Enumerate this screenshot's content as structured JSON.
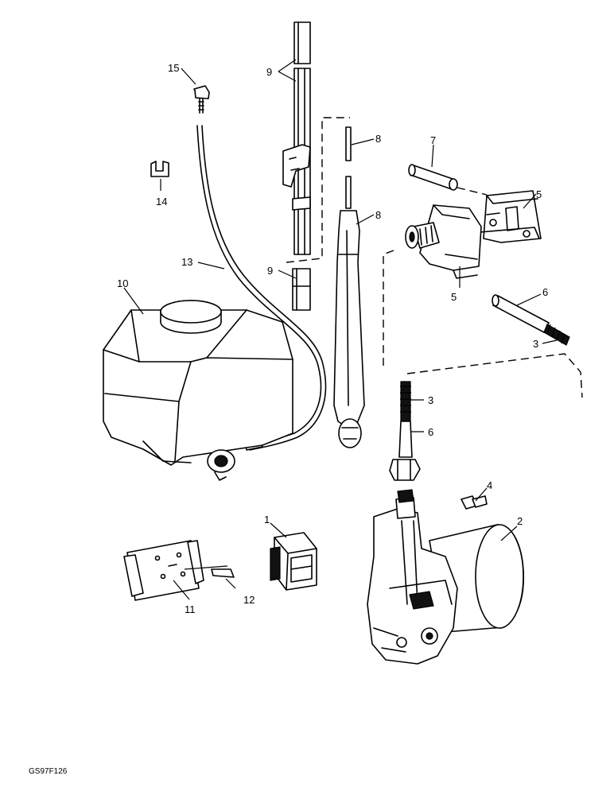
{
  "callouts": {
    "c1": "1",
    "c2": "2",
    "c3a": "3",
    "c3b": "3",
    "c4": "4",
    "c5a": "5",
    "c5b": "5",
    "c6a": "6",
    "c6b": "6",
    "c7": "7",
    "c8a": "8",
    "c8b": "8",
    "c9a": "9",
    "c9b": "9",
    "c10": "10",
    "c11": "11",
    "c12": "12",
    "c13": "13",
    "c14": "14",
    "c15": "15"
  },
  "figure_code": "GS97F126"
}
